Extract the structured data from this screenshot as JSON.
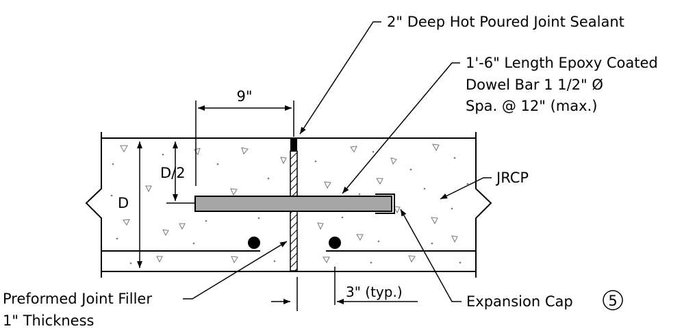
{
  "labels": {
    "sealant": "2\" Deep Hot Poured Joint Sealant",
    "dowel_line1": "1'-6\" Length Epoxy Coated",
    "dowel_line2": "Dowel Bar 1 1/2\" Ø",
    "dowel_line3": "Spa. @ 12\" (max.)",
    "jrcp": "JRCP",
    "filler_line1": "Preformed Joint Filler",
    "filler_line2": "1\" Thickness",
    "cap": "Expansion Cap",
    "cap_ref": "5"
  },
  "dimensions": {
    "nine": "9\"",
    "half_depth": "D/2",
    "depth": "D",
    "typ": "3\" (typ.)"
  },
  "colors": {
    "dowel_fill": "#a6a6a6",
    "line": "#000000",
    "speckle": "#777777"
  }
}
